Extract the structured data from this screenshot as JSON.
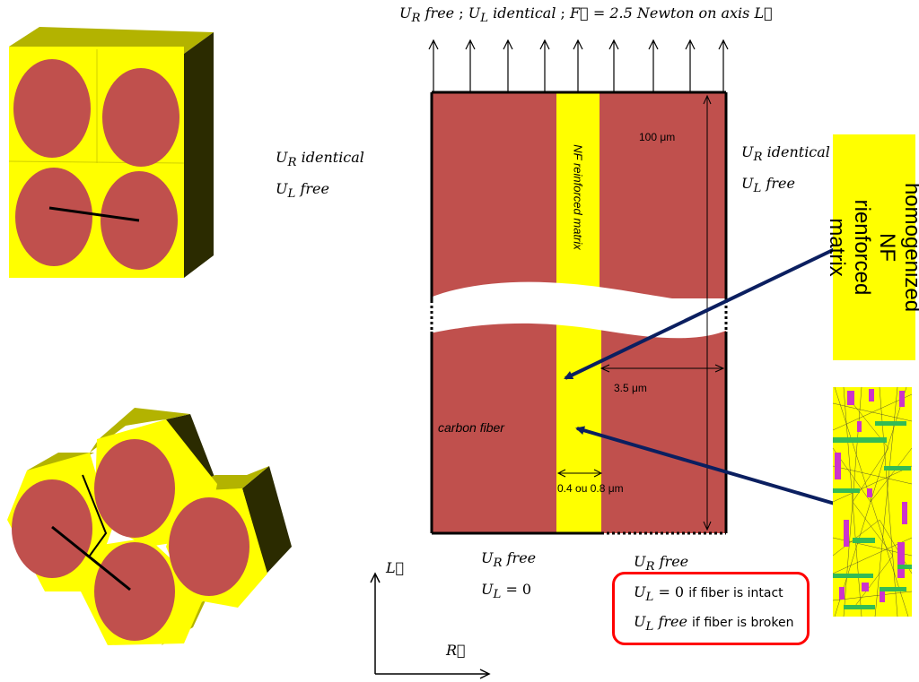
{
  "top_condition": {
    "ur": "U",
    "ur_sub": "R",
    "ur_state": "free",
    "sep1": ";",
    "ul": "U",
    "ul_sub": "L",
    "ul_state": "identical",
    "sep2": ";",
    "force": "F⃗ = 2.5 Newton on axis L⃗"
  },
  "left_condition": {
    "line1_var": "U",
    "line1_sub": "R",
    "line1_state": "identical",
    "line2_var": "U",
    "line2_sub": "L",
    "line2_state": "free"
  },
  "right_condition": {
    "line1_var": "U",
    "line1_sub": "R",
    "line1_state": "identical",
    "line2_var": "U",
    "line2_sub": "L",
    "line2_state": "free"
  },
  "bottom_left_condition": {
    "line1_var": "U",
    "line1_sub": "R",
    "line1_state": "free",
    "line2_var": "U",
    "line2_sub": "L",
    "line2_state": "= 0"
  },
  "bottom_right_condition": {
    "line1_var": "U",
    "line1_sub": "R",
    "line1_state": "free"
  },
  "callout": {
    "line1_var": "U",
    "line1_sub": "L",
    "line1_state": "= 0",
    "line1_note": "if fiber is intact",
    "line2_var": "U",
    "line2_sub": "L",
    "line2_state": "free",
    "line2_note": "if fiber is broken"
  },
  "labels": {
    "nf_matrix": "NF reinforced matrix",
    "length": "100 μm",
    "radius": "3.5 μm",
    "carbon_fiber": "carbon fiber",
    "interphase": "0.4 ou 0.8 μm",
    "homogenized": "homogenized NF\nrienforced matrix"
  },
  "axes": {
    "vertical": "L⃗",
    "horizontal": "R⃗"
  },
  "colors": {
    "fiber": "#c0504d",
    "matrix": "#ffff00",
    "side_dark": "#2b2b00",
    "side_olive": "#b3b300",
    "arrow_navy": "#0b1f60",
    "callout_border": "#ff0000",
    "mesh_magenta": "#cc33cc",
    "mesh_green": "#33bb55"
  }
}
